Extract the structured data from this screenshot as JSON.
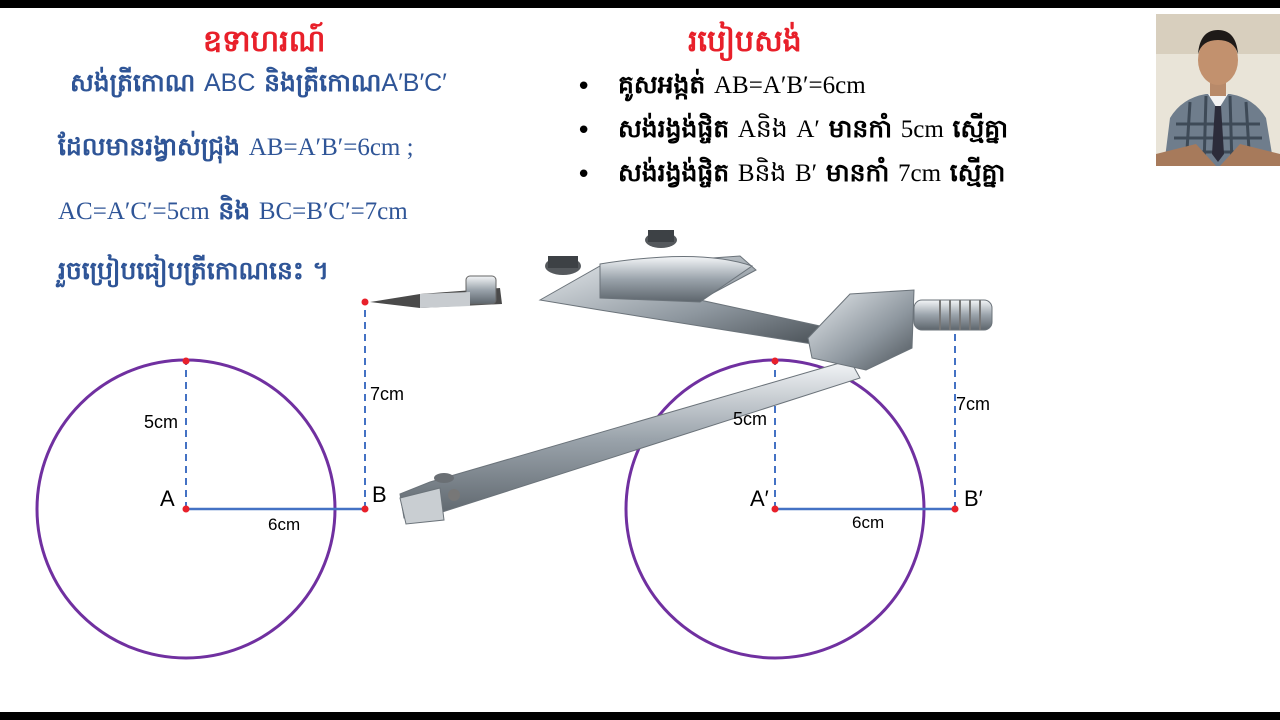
{
  "example": {
    "title": "ឧទាហរណ៍",
    "line1_kh": "សង់ត្រីកោណ",
    "line1_abc": "ABC",
    "line1_and": "និងត្រីកោណ",
    "line1_abc2": "A′B′C′",
    "line2_kh": "ដែលមានរង្វាស់ជ្រុង",
    "line2_val": "AB=A′B′=6cm ;",
    "line3_ac": "AC=A′C′=5cm",
    "line3_and": "និង",
    "line3_bc": "BC=B′C′=7cm",
    "line4": "រួចប្រៀបធៀបត្រីកោណនេះ ។"
  },
  "method": {
    "title": "របៀបសង់",
    "bullet": "•",
    "step1_kh": "គូសអង្កត់",
    "step1_val": "AB=A′B′=6cm",
    "step2_kh": "សង់រង្វង់ផ្ចិត",
    "step2_a": "Aនិង",
    "step2_a2": "A′",
    "step2_r": "មានកាំ",
    "step2_val": "5cm",
    "step2_end": "ស្មើគ្នា",
    "step3_kh": "សង់រង្វង់ផ្ចិត",
    "step3_b": "Bនិង",
    "step3_b2": "B′",
    "step3_r": "មានកាំ",
    "step3_val": "7cm",
    "step3_end": "ស្មើគ្នា"
  },
  "diagram": {
    "left": {
      "label_a": "A",
      "label_b": "B",
      "label_ab": "6cm",
      "label_radius": "5cm",
      "label_vert": "7cm"
    },
    "right": {
      "label_a": "A′",
      "label_b": "B′",
      "label_ab": "6cm",
      "label_radius": "5cm",
      "label_vert": "7cm"
    }
  },
  "colors": {
    "title_red": "#e8202a",
    "text_blue": "#2f5597",
    "circle_purple": "#7030a0",
    "segment_blue": "#4472c4",
    "point_red": "#e8202a"
  },
  "icons": {
    "tool": "compass-tool-illustration",
    "presenter": "presenter-photo"
  }
}
